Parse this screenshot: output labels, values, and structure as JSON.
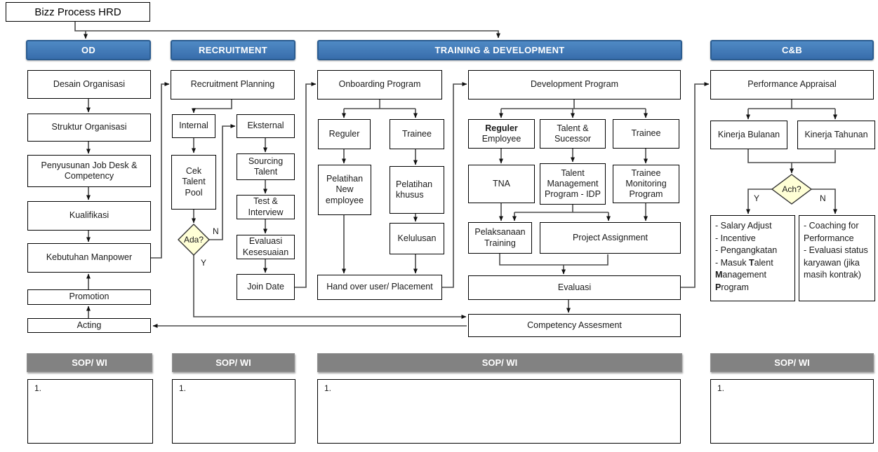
{
  "title": "Bizz Process HRD",
  "colors": {
    "header_blue": "#3C78B5",
    "header_border": "#2B5C90",
    "header_gray": "#828282",
    "diamond_fill": "#FFFFD6",
    "line": "#404040",
    "box_border": "#000000"
  },
  "headers": {
    "od": "OD",
    "recruitment": "RECRUITMENT",
    "training": "TRAINING & DEVELOPMENT",
    "cb": "C&B"
  },
  "nodes": {
    "desain": "Desain Organisasi",
    "struktur": "Struktur Organisasi",
    "jobdesk": "Penyusunan Job Desk & Competency",
    "kualifikasi": "Kualifikasi",
    "manpower": "Kebutuhan Manpower",
    "promotion": "Promotion",
    "acting": "Acting",
    "planning": "Recruitment Planning",
    "internal": "Internal",
    "eksternal": "Eksternal",
    "cek_talent_pool": "Cek Talent Pool",
    "sourcing": "Sourcing Talent",
    "test_interview": "Test & Interview",
    "evaluasi_kesesuaian": "Evaluasi Kesesuaian",
    "join_date": "Join Date",
    "onboarding": "Onboarding Program",
    "reguler": "Reguler",
    "trainee_onboarding": "Trainee",
    "pelatihan_new": "Pelatihan New employee",
    "pelatihan_khusus": "Pelatihan khusus",
    "kelulusan": "Kelulusan",
    "handover": "Hand over user/ Placement",
    "development": "Development Program",
    "talent_sucessor": "Talent & Sucessor",
    "trainee_dev": "Trainee",
    "tna": "TNA",
    "tmp_idp": "Talent Management Program - IDP",
    "trainee_monitoring": "Trainee Monitoring Program",
    "pelaksanaan": "Pelaksanaan Training",
    "project_assignment": "Project Assignment",
    "evaluasi": "Evaluasi",
    "competency": "Competency Assesment",
    "performance": "Performance Appraisal",
    "kinerja_bulanan": "Kinerja Bulanan",
    "kinerja_tahunan": "Kinerja Tahunan"
  },
  "rich": {
    "reguler_employee": [
      [
        {
          "t": "Reguler",
          "b": 1
        }
      ],
      [
        {
          "t": "Employee"
        }
      ]
    ],
    "cb_yes": [
      [
        {
          "t": "- Salary Adjust"
        }
      ],
      [
        {
          "t": "- Incentive"
        }
      ],
      [
        {
          "t": "- Pengangkatan"
        }
      ],
      [
        {
          "t": "- Masuk "
        },
        {
          "t": "T",
          "b": 1
        },
        {
          "t": "alent"
        }
      ],
      [
        {
          "t": "M",
          "b": 1
        },
        {
          "t": "anagement"
        }
      ],
      [
        {
          "t": "P",
          "b": 1
        },
        {
          "t": "rogram"
        }
      ]
    ],
    "cb_no": [
      [
        {
          "t": "- Coaching for"
        }
      ],
      [
        {
          "t": "Performance"
        }
      ],
      [
        {
          "t": "- Evaluasi status"
        }
      ],
      [
        {
          "t": "karyawan (jika"
        }
      ],
      [
        {
          "t": "masih kontrak)"
        }
      ]
    ]
  },
  "decisions": {
    "ada": {
      "label": "Ada?",
      "yes": "Y",
      "no": "N"
    },
    "ach": {
      "label": "Ach?",
      "yes": "Y",
      "no": "N"
    }
  },
  "sop": {
    "header": "SOP/ WI",
    "item_label": "1."
  }
}
